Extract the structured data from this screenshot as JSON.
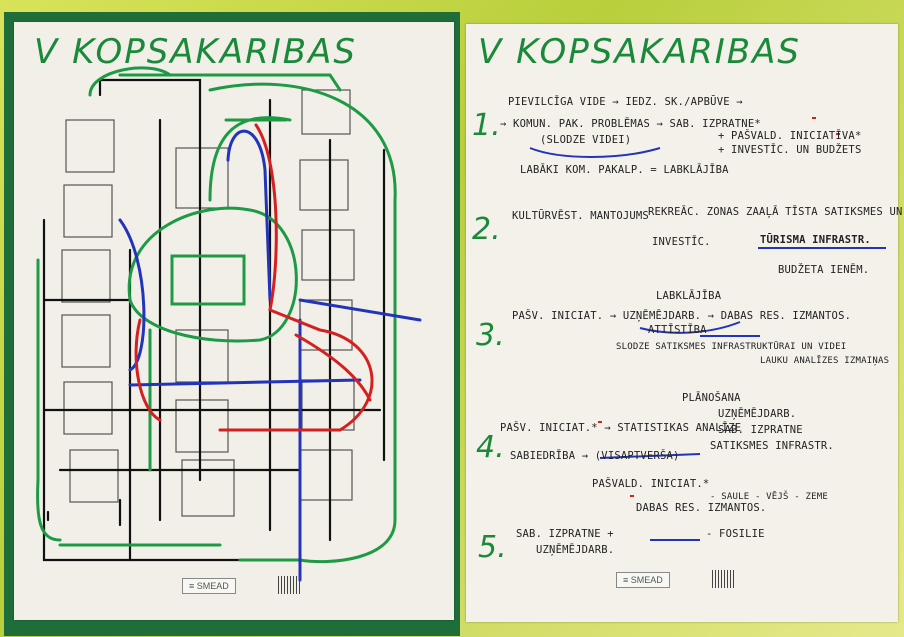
{
  "left_sheet": {
    "title": "V   KOPSAKARIBAS",
    "brand": "≡ SMEAD"
  },
  "right_sheet": {
    "title": "V   KOPSAKARIBAS",
    "brand": "≡ SMEAD",
    "sections": [
      {
        "number": "1.",
        "lines": [
          "PIEVILCĪGA VIDE → IEDZ. SK./APBŪVE →",
          "→ KOMUN. PAK. PROBLĒMAS → SAB. IZPRATNE*",
          "(SLODZE VIDEI)",
          "+ PAŠVALD. INICIATĪVA*",
          "+ INVESTĪC. UN BUDŽETS",
          "LABĀKI KOM. PAKALP. = LABKLĀJĪBA"
        ]
      },
      {
        "number": "2.",
        "lines": [
          "KULTŪRVĒST. MANTOJUMS",
          "REKREĀC. ZONAS",
          "ZAAĻĀ TĪSTA SATIKSMES UN",
          "TŪRISMA INFRASTR.",
          "INVESTĪC.",
          "BUDŽETA IENĒM."
        ]
      },
      {
        "number": "3.",
        "lines": [
          "LABKLĀJĪBA",
          "PAŠV. INICIAT. → UZŅĒMĒJDARB. → DABAS RES. IZMANTOS.",
          "ATTĪSTĪBA",
          "SLODZE SATIKSMES INFRASTRUKTŪRAI UN VIDEI",
          "LAUKU ANALĪZES IZMAIŅAS"
        ]
      },
      {
        "number": "4.",
        "lines": [
          "PLĀNOŠANA",
          "UZŅĒMĒJDARB.",
          "PAŠV. INICIAT.* → STATISTIKAS ANALĪZE",
          "SAB. IZPRATNE",
          "SATIKSMES INFRASTR.",
          "SABIEDRĪBA → (VISAPTVERŠA)"
        ]
      },
      {
        "number": "5.",
        "lines": [
          "PAŠVALD. INICIAT.*",
          "DABAS RES. IZMANTOS.",
          "- SAULE - VĒJŠ - ZEME",
          "- FOSILIE",
          "SAB. IZPRATNE +",
          "UZŅĒMĒJDARB."
        ]
      }
    ]
  },
  "colors": {
    "board_green": "#1f6e3a",
    "marker_green": "#1a8a3a",
    "marker_red": "#d42020",
    "marker_blue": "#2a3fb0",
    "backdrop": "#c9d94a"
  }
}
